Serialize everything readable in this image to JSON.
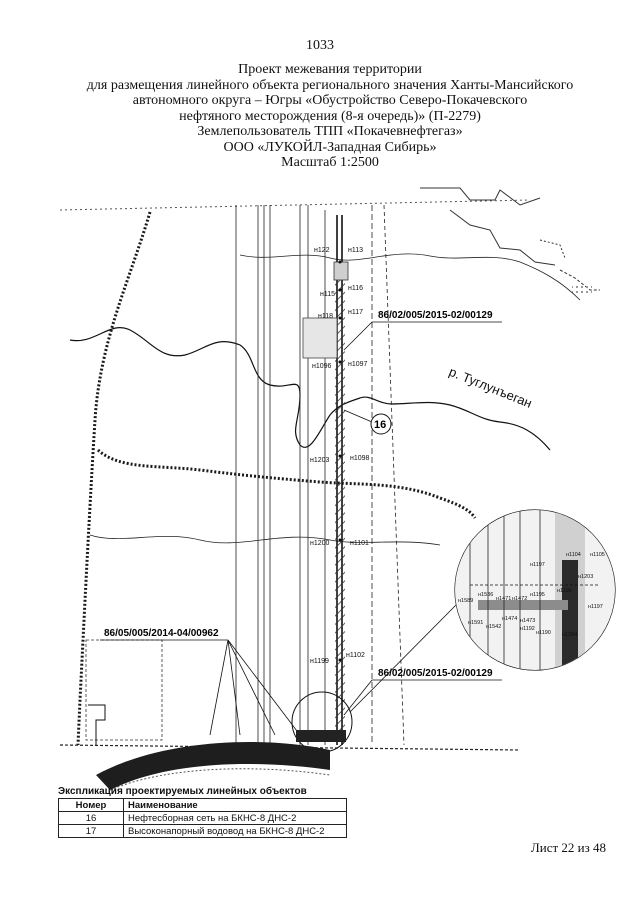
{
  "page_number": "1033",
  "header": {
    "line1": "Проект межевания территории",
    "line2": "для размещения линейного объекта регионального значения Ханты-Мансийского",
    "line3": "автономного округа – Югры «Обустройство Северо-Покачевского",
    "line4": "нефтяного месторождения (8-я очередь)» (П-2279)",
    "line5": "Землепользователь ТПП «Покачевнефтегаз»",
    "line6": "ООО «ЛУКОЙЛ-Западная Сибирь»",
    "scale": "Масштаб 1:2500"
  },
  "map": {
    "river_label": "р. Туглунъеган",
    "object_marker": "16",
    "parcel_labels": [
      "86/02/005/2015-02/00129",
      "86/05/005/2014-04/00962",
      "86/02/005/2015-02/00129"
    ],
    "points": [
      "н122",
      "н113",
      "н116",
      "н115",
      "н117",
      "н118",
      "н1096",
      "н1097",
      "н1203",
      "н1098",
      "н1200",
      "н1101",
      "н1199",
      "н1102"
    ],
    "inset_points": [
      "н1104",
      "н1105",
      "н1197",
      "н1203",
      "н1589",
      "н1536",
      "н1471",
      "н1472",
      "н1195",
      "н1196",
      "н1197",
      "н1591",
      "н1474",
      "н1473",
      "н1542",
      "н1192",
      "н1190",
      "н1204"
    ],
    "colors": {
      "ink": "#111111",
      "road_hatch": "#333333",
      "shade": "#d9d9d9",
      "dark_fill": "#1e1e1e"
    }
  },
  "explication": {
    "title": "Экспликация проектируемых линейных объектов",
    "headers": {
      "num": "Номер",
      "name": "Наименование"
    },
    "rows": [
      {
        "num": "16",
        "name": "Нефтесборная сеть на БКНС-8 ДНС-2"
      },
      {
        "num": "17",
        "name": "Высоконапорный водовод на БКНС-8 ДНС-2"
      }
    ]
  },
  "sheet_label": "Лист 22 из 48"
}
